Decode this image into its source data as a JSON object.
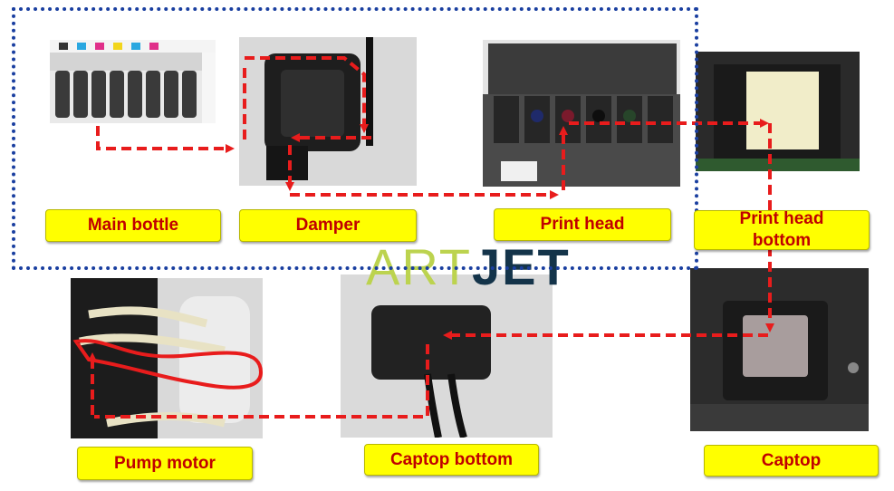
{
  "labels": {
    "main_bottle": "Main bottle",
    "damper": "Damper",
    "print_head": "Print head",
    "print_head_bottom_line1": "Print head",
    "print_head_bottom_line2": "bottom",
    "pump_motor": "Pump motor",
    "captop_bottom": "Captop bottom",
    "captop": "Captop"
  },
  "logo": {
    "part1": "ART",
    "part2": "JET"
  },
  "colors": {
    "label_fill": "#ffff00",
    "label_text": "#c00000",
    "arrow": "#e81c1c",
    "selection_border": "#1a3fa0",
    "logo_green": "#bcd34f",
    "logo_navy": "#14344a"
  }
}
